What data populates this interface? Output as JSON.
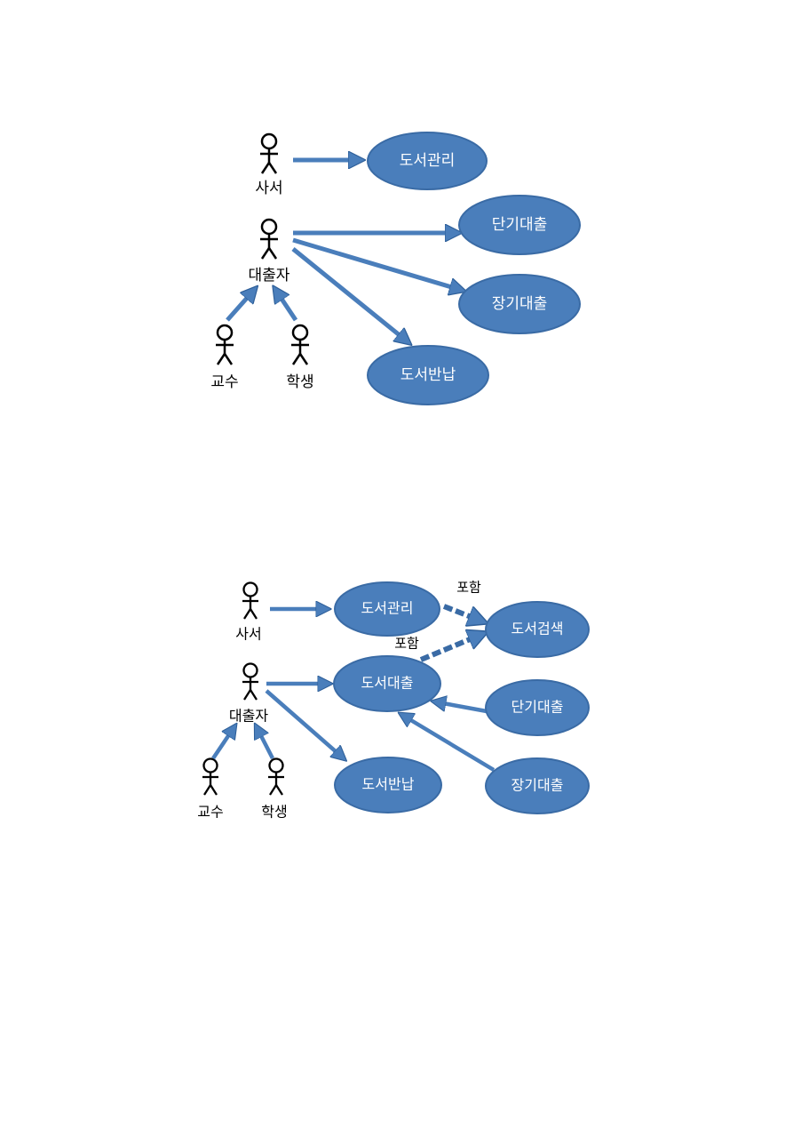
{
  "colors": {
    "usecase_fill": "#4a7ebb",
    "usecase_stroke": "#3a6ba5",
    "arrow": "#4a7ebb",
    "arrow_dark": "#2e5f99",
    "include_arrow": "#3a6ba5",
    "actor": "#000000"
  },
  "diagram1": {
    "actors": {
      "librarian": "사서",
      "borrower": "대출자",
      "professor": "교수",
      "student": "학생"
    },
    "usecases": {
      "book_management": "도서관리",
      "short_term_loan": "단기대출",
      "long_term_loan": "장기대출",
      "book_return": "도서반납"
    }
  },
  "diagram2": {
    "actors": {
      "librarian": "사서",
      "borrower": "대출자",
      "professor": "교수",
      "student": "학생"
    },
    "usecases": {
      "book_management": "도서관리",
      "book_search": "도서검색",
      "book_loan": "도서대출",
      "short_term_loan": "단기대출",
      "long_term_loan": "장기대출",
      "book_return": "도서반납"
    },
    "relations": {
      "include_1": "포함",
      "include_2": "포함"
    }
  }
}
